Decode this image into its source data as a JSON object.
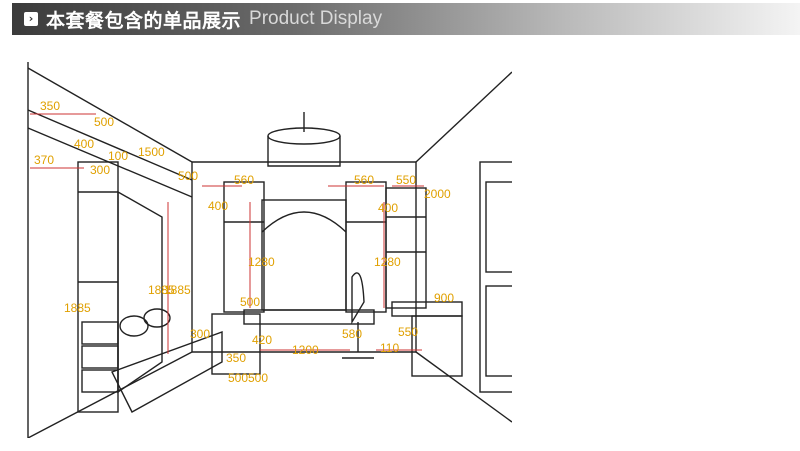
{
  "header": {
    "icon": "chevron-right-icon",
    "title_cn": "本套餐包含的单品展示",
    "title_en": "Product Display"
  },
  "drawing": {
    "dimensions": [
      "350",
      "500",
      "400",
      "1500",
      "370",
      "300",
      "100",
      "500",
      "560",
      "560",
      "550",
      "400",
      "2000",
      "400",
      "1280",
      "1280",
      "1885",
      "1885",
      "1885",
      "500",
      "900",
      "300",
      "420",
      "1200",
      "350",
      "580",
      "550",
      "110",
      "500",
      "500"
    ]
  },
  "colors": {
    "dimension": "#e0a000",
    "line": "#222222",
    "accent": "#cc3333"
  }
}
